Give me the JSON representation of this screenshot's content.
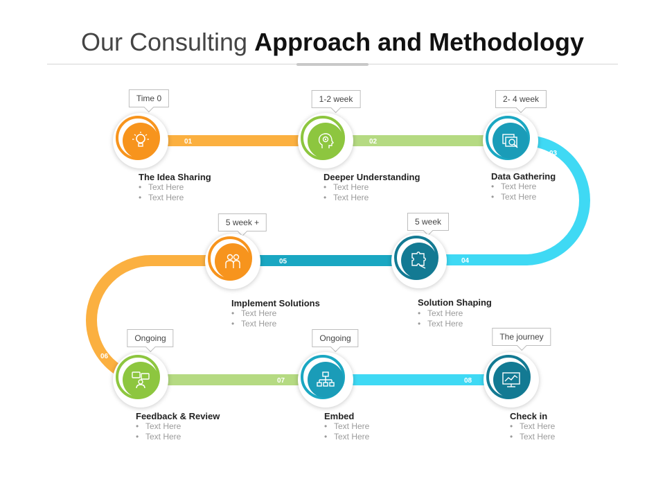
{
  "title": {
    "regular": "Our Consulting",
    "bold": "Approach and Methodology"
  },
  "colors": {
    "orange": "#f7941d",
    "green": "#8dc63f",
    "teal": "#1a8aa8",
    "cyan": "#3fd9f4",
    "dark_teal": "#137a93"
  },
  "steps": [
    {
      "number": "01",
      "title": "The Idea Sharing",
      "time": "Time 0",
      "bullets": [
        "Text Here",
        "Text Here"
      ],
      "icon": "lightbulb-icon"
    },
    {
      "number": "02",
      "title": "Deeper Understanding",
      "time": "1-2 week",
      "bullets": [
        "Text Here",
        "Text Here"
      ],
      "icon": "head-gear-icon"
    },
    {
      "number": "03",
      "title": "Data Gathering",
      "time": "2- 4 week",
      "bullets": [
        "Text Here",
        "Text Here"
      ],
      "icon": "data-analysis-icon"
    },
    {
      "number": "04",
      "title": "Solution Shaping",
      "time": "5 week",
      "bullets": [
        "Text Here",
        "Text Here"
      ],
      "icon": "puzzle-icon"
    },
    {
      "number": "05",
      "title": "Implement Solutions",
      "time": "5 week +",
      "bullets": [
        "Text Here",
        "Text Here"
      ],
      "icon": "team-icon"
    },
    {
      "number": "06",
      "title": "Feedback & Review",
      "time": "Ongoing",
      "bullets": [
        "Text Here",
        "Text Here"
      ],
      "icon": "feedback-icon"
    },
    {
      "number": "07",
      "title": "Embed",
      "time": "Ongoing",
      "bullets": [
        "Text Here",
        "Text Here"
      ],
      "icon": "hierarchy-icon"
    },
    {
      "number": "08",
      "title": "Check in",
      "time": "The journey",
      "bullets": [
        "Text Here",
        "Text Here"
      ],
      "icon": "monitor-chart-icon"
    }
  ]
}
